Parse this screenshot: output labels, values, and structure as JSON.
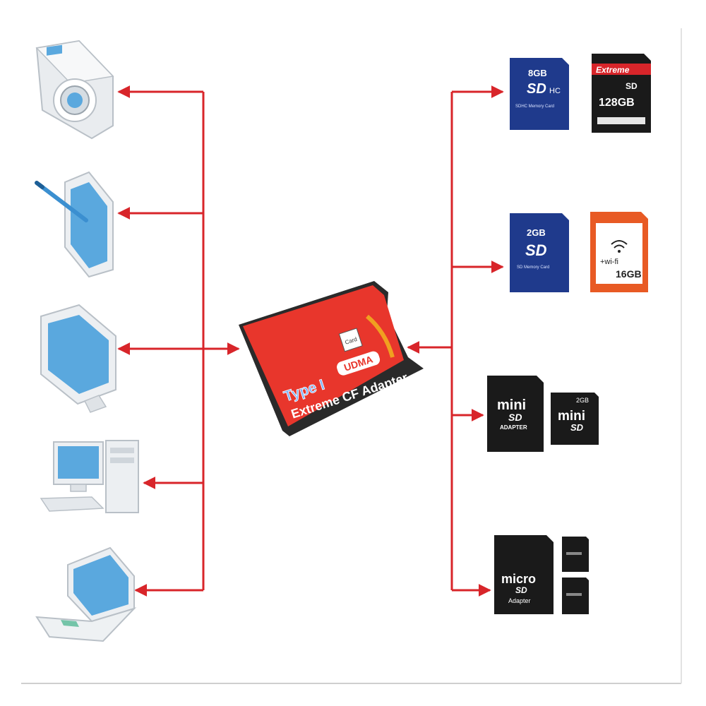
{
  "colors": {
    "arrow": "#d8252a",
    "device_blue": "#5aa8de",
    "device_body": "#f2f4f6",
    "adapter_red": "#e8362c",
    "sd_blue": "#1f3a8c",
    "card_black": "#1a1a1a",
    "wifi_card_orange": "#e85a24"
  },
  "left_devices": [
    {
      "name": "camera",
      "icon": "camera-icon"
    },
    {
      "name": "tablet",
      "icon": "tablet-pen-icon"
    },
    {
      "name": "monitor",
      "icon": "monitor-icon"
    },
    {
      "name": "desktop",
      "icon": "desktop-pc-icon"
    },
    {
      "name": "laptop",
      "icon": "laptop-icon"
    }
  ],
  "adapter": {
    "card_label": "Card",
    "udma": "UDMA",
    "type": "Type I",
    "name": "Extreme CF Adapter"
  },
  "cards": {
    "sdhc_blue": {
      "capacity": "8GB",
      "logo": "SD",
      "sub": "HC",
      "caption": "SDHC Memory Card"
    },
    "sdxc_black": {
      "brand": "Extreme",
      "capacity": "128GB",
      "logo": "SD"
    },
    "sd_blue": {
      "capacity": "2GB",
      "logo": "SD",
      "caption": "SD Memory Card"
    },
    "wifi_sd": {
      "wifi": "+wi-fi",
      "capacity": "16GB"
    },
    "minisd_adapter": {
      "logo": "mini",
      "logo2": "SD",
      "caption": "ADAPTER"
    },
    "minisd_card": {
      "capacity": "2GB",
      "logo": "mini",
      "logo2": "SD"
    },
    "microsd_adapter": {
      "logo": "micro",
      "logo2": "SD",
      "caption": "Adapter"
    }
  }
}
